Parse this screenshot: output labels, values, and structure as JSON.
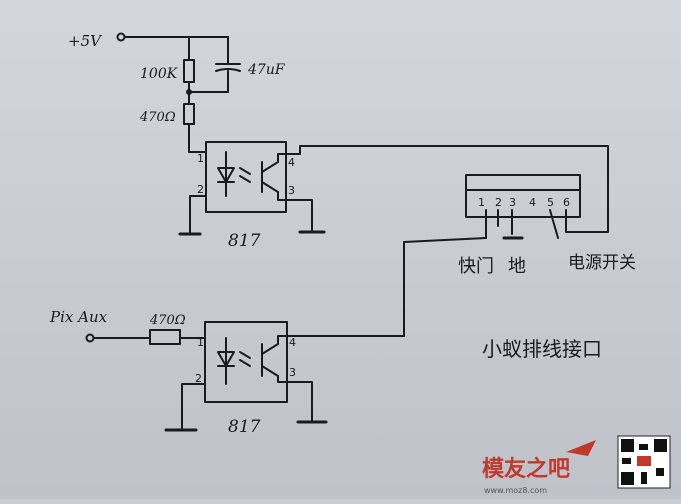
{
  "labels": {
    "vcc": "+5V",
    "r_top": "100K",
    "c_top": "47uF",
    "r_top2": "470Ω",
    "opto_top_part": "817",
    "pix_aux": "Pix Aux",
    "r_bottom": "470Ω",
    "opto_bottom_part": "817",
    "pin1": "1",
    "pin2": "2",
    "pin3": "3",
    "pin4": "4"
  },
  "connector": {
    "pins": [
      "1",
      "2",
      "3",
      "4",
      "5",
      "6"
    ],
    "shutter": "快门",
    "ground": "地",
    "power_switch": "电源开关",
    "title": "小蚁排线接口"
  },
  "watermark": {
    "brand": "模友之吧",
    "url": "www.moz8.com"
  },
  "colors": {
    "paper": "#c9ccd3",
    "ink": "#1a1a22",
    "watermark": "#c0392b"
  }
}
